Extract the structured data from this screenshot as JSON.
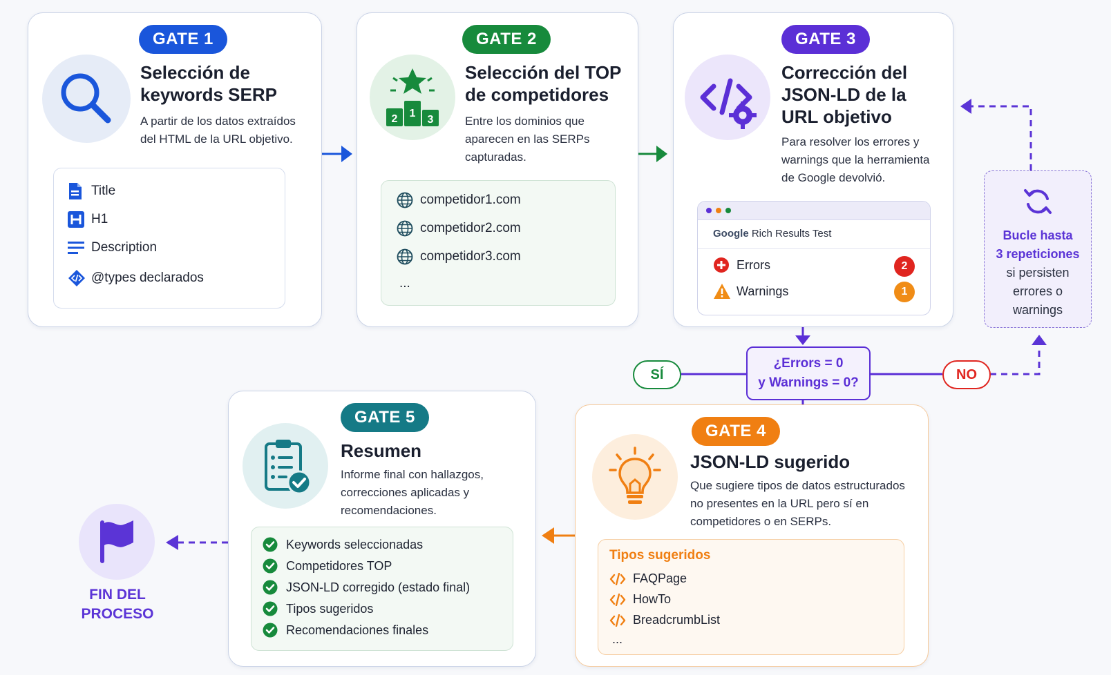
{
  "gate1": {
    "badge": "GATE 1",
    "title_line1": "Selección de",
    "title_line2": "keywords SERP",
    "desc_line1": "A partir de los datos extraídos",
    "desc_line2": "del HTML de la URL objetivo.",
    "items": [
      {
        "label": "Title",
        "icon": "document-icon"
      },
      {
        "label": "H1",
        "icon": "h1-icon"
      },
      {
        "label": "Description",
        "icon": "lines-icon"
      },
      {
        "label": "@types declarados",
        "icon": "code-diamond-icon"
      }
    ]
  },
  "gate2": {
    "badge": "GATE 2",
    "title_line1": "Selección del TOP",
    "title_line2": "de competidores",
    "desc_line1": "Entre los dominios que",
    "desc_line2": "aparecen en las SERPs",
    "desc_line3": "capturadas.",
    "podium": [
      "2",
      "1",
      "3"
    ],
    "items": [
      "competidor1.com",
      "competidor2.com",
      "competidor3.com"
    ],
    "ellipsis": "..."
  },
  "gate3": {
    "badge": "GATE 3",
    "title_line1": "Corrección del",
    "title_line2": "JSON-LD de la",
    "title_line3": "URL objetivo",
    "desc_line1": "Para resolver los errores y",
    "desc_line2": "warnings que la herramienta",
    "desc_line3": "de Google devolvió.",
    "window": {
      "google": "Google",
      "tool": "Rich Results Test",
      "errors_label": "Errors",
      "errors_count": "2",
      "warnings_label": "Warnings",
      "warnings_count": "1"
    }
  },
  "loop": {
    "line1": "Bucle hasta",
    "line2": "3 repeticiones",
    "line3": "si persisten",
    "line4": "errores o",
    "line5": "warnings"
  },
  "decision": {
    "line1": "¿Errors = 0",
    "line2": "y Warnings = 0?",
    "yes": "SÍ",
    "no": "NO"
  },
  "gate4": {
    "badge": "GATE 4",
    "title": "JSON-LD sugerido",
    "desc_line1": "Que sugiere tipos de datos estructurados",
    "desc_line2": "no presentes en la URL pero sí en",
    "desc_line3": "competidores o en SERPs.",
    "box_title": "Tipos sugeridos",
    "items": [
      "FAQPage",
      "HowTo",
      "BreadcrumbList"
    ],
    "ellipsis": "..."
  },
  "gate5": {
    "badge": "GATE 5",
    "title": "Resumen",
    "desc_line1": "Informe final con hallazgos,",
    "desc_line2": "correcciones aplicadas y",
    "desc_line3": "recomendaciones.",
    "items": [
      "Keywords seleccionadas",
      "Competidores TOP",
      "JSON-LD corregido (estado final)",
      "Tipos sugeridos",
      "Recomendaciones finales"
    ]
  },
  "end": {
    "line1": "FIN DEL",
    "line2": "PROCESO"
  },
  "colors": {
    "gate1": "#1a56db",
    "gate2": "#178a3c",
    "gate3": "#5b2fd6",
    "gate4": "#f07f12",
    "gate5": "#157a86",
    "error": "#e0251f",
    "warning": "#f08c16",
    "loop": "#5b34d6"
  }
}
